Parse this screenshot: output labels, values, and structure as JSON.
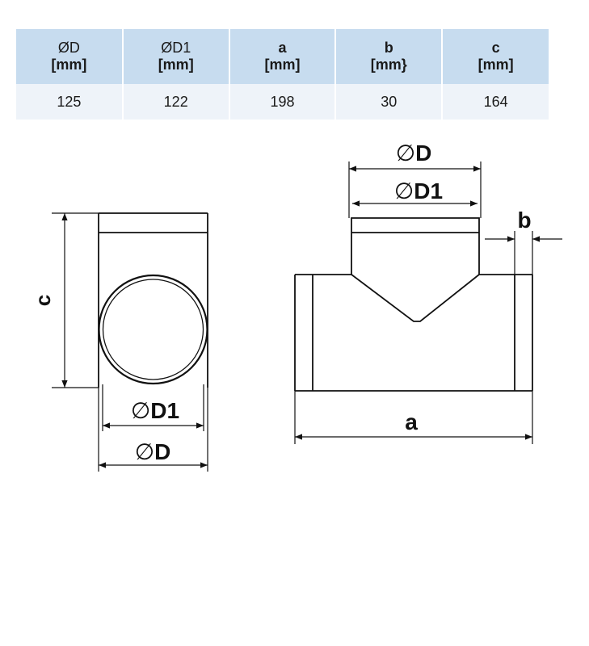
{
  "table": {
    "headers": [
      {
        "symbol": "ØD",
        "unit": "[mm]"
      },
      {
        "symbol": "ØD1",
        "unit": "[mm]"
      },
      {
        "symbol": "a",
        "unit": "[mm]"
      },
      {
        "symbol": "b",
        "unit": "[mm}"
      },
      {
        "symbol": "c",
        "unit": "[mm]"
      }
    ],
    "values": [
      "125",
      "122",
      "198",
      "30",
      "164"
    ]
  },
  "drawing": {
    "labels": {
      "c": "c",
      "a": "a",
      "b": "b",
      "d1_symbol": "∅",
      "d1_text": "D1",
      "d_symbol": "∅",
      "d_text": "D"
    }
  }
}
